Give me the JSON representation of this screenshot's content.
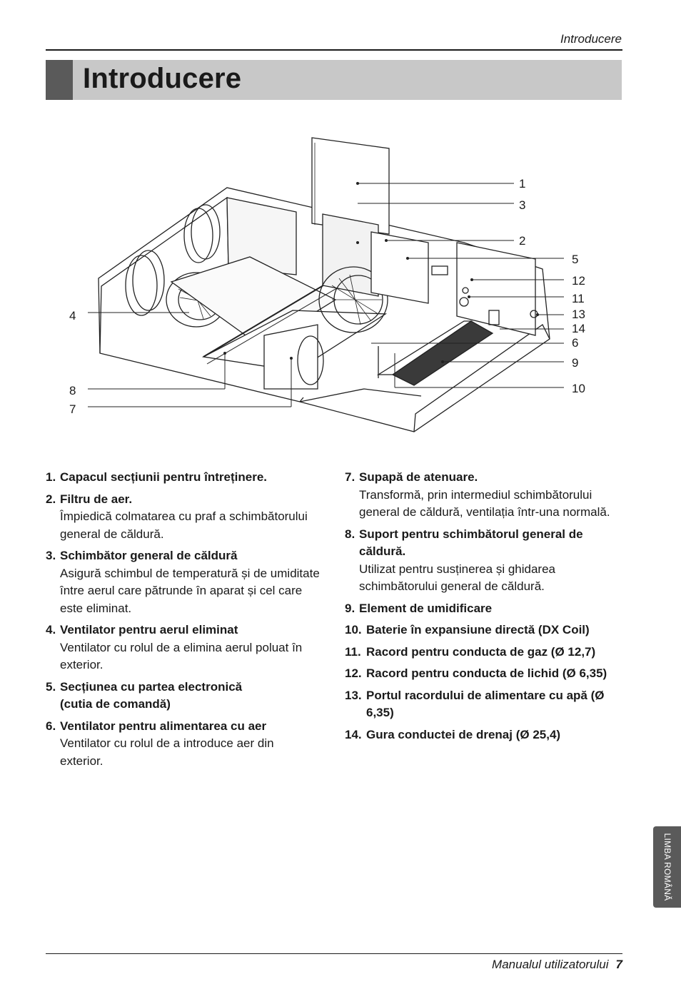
{
  "header": {
    "running_title": "Introducere"
  },
  "title": "Introducere",
  "figure": {
    "callouts": [
      "1",
      "3",
      "2",
      "5",
      "12",
      "11",
      "13",
      "14",
      "6",
      "9",
      "10",
      "4",
      "8",
      "7"
    ]
  },
  "items_left": [
    {
      "num": "1.",
      "title": "Capacul secțiunii pentru întreținere.",
      "desc": ""
    },
    {
      "num": "2.",
      "title": "Filtru de aer.",
      "desc": "Împiedică colmatarea cu praf a schimbătorului general de căldură."
    },
    {
      "num": "3.",
      "title": "Schimbător general de căldură",
      "desc": "Asigură schimbul de temperatură și de umiditate între aerul care pătrunde în aparat și cel care este eliminat."
    },
    {
      "num": "4.",
      "title": "Ventilator pentru aerul eliminat",
      "desc": "Ventilator cu rolul de a elimina aerul poluat în exterior."
    },
    {
      "num": "5.",
      "title": "Secțiunea cu partea electronică (cutia de comandă)",
      "desc": ""
    },
    {
      "num": "6.",
      "title": "Ventilator pentru alimentarea cu aer",
      "desc": "Ventilator cu rolul de a introduce aer din exterior."
    }
  ],
  "items_right": [
    {
      "num": "7.",
      "title": "Supapă de atenuare.",
      "desc": "Transformă, prin intermediul schimbătorului general de căldură, ventilația într-una normală."
    },
    {
      "num": "8.",
      "title": "Suport pentru schimbătorul general de căldură.",
      "desc": "Utilizat pentru susținerea și ghidarea schimbătorului general de căldură."
    },
    {
      "num": "9.",
      "title": "Element de umidificare",
      "desc": ""
    },
    {
      "num": "10.",
      "title": "Baterie în expansiune directă (DX Coil)",
      "desc": ""
    },
    {
      "num": "11.",
      "title": "Racord pentru conducta de gaz (Ø 12,7)",
      "desc": ""
    },
    {
      "num": "12.",
      "title": "Racord pentru conducta de lichid (Ø 6,35)",
      "desc": ""
    },
    {
      "num": "13.",
      "title": "Portul racordului de alimentare cu apă (Ø 6,35)",
      "desc": ""
    },
    {
      "num": "14.",
      "title": "Gura conductei de drenaj (Ø 25,4)",
      "desc": ""
    }
  ],
  "side_tab": "LIMBA ROMÂNĂ",
  "footer": {
    "manual": "Manualul utilizatorului",
    "page": "7"
  }
}
